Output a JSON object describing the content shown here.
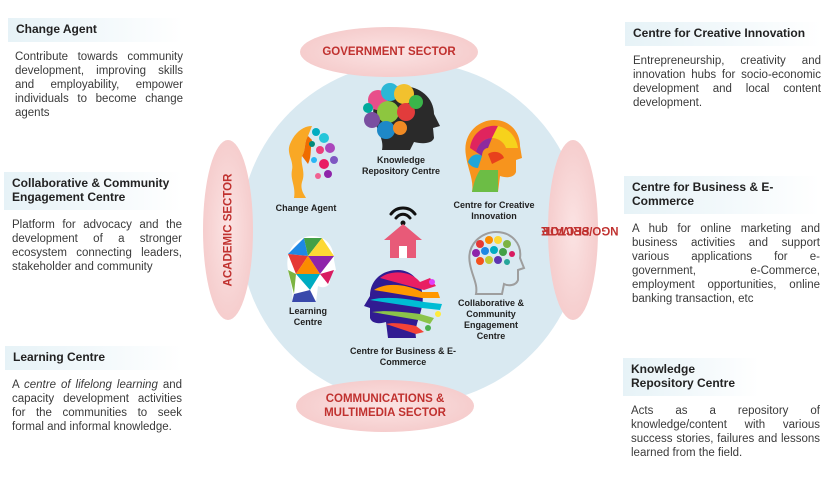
{
  "left_panel": [
    {
      "title": "Change Agent",
      "body": "Contribute towards community development, improving skills and employability, empower individuals to become change agents"
    },
    {
      "title": "Collaborative & Community Engagement Centre",
      "body": "Platform for advocacy and the development of a stronger ecosystem connecting leaders, stakeholder and community"
    },
    {
      "title": "Learning Centre",
      "body_prefix": "A ",
      "body_em": "centre of lifelong learning",
      "body_suffix": " and capacity development activities for the communities to seek formal and informal knowledge."
    }
  ],
  "right_panel": [
    {
      "title": "Centre for Creative Innovation",
      "body": "Entrepreneurship, creativity and innovation hubs for socio-economic development and local content development."
    },
    {
      "title": "Centre for Business & E-Commerce",
      "body": "A hub for online marketing and business activities and support various applications for e-government, e-Commerce, employment opportunities, online banking transaction, etc"
    },
    {
      "title": "Knowledge Repository Centre",
      "body": "Acts as a repository of knowledge/content with various success stories, failures and lessons learned from the field."
    }
  ],
  "sectors": {
    "top": "GOVERNMENT SECTOR",
    "bottom_line1": "COMMUNICATIONS &",
    "bottom_line2": "MULTIMEDIA SECTOR",
    "left": "ACADEMIC SECTOR",
    "right_line1": "NGO/PRIVATE",
    "right_line2": "SECTOR"
  },
  "nodes": {
    "knowledge_line1": "Knowledge",
    "knowledge_line2": "Repository Centre",
    "creative_line1": "Centre for Creative",
    "creative_line2": "Innovation",
    "change_agent": "Change Agent",
    "learning_line1": "Learning",
    "learning_line2": "Centre",
    "collab_line1": "Collaborative &",
    "collab_line2": "Community",
    "collab_line3": "Engagement",
    "collab_line4": "Centre",
    "business_line1": "Centre for Business & E-",
    "business_line2": "Commerce"
  },
  "colors": {
    "sector_text": "#c0312f",
    "ring": "#d9e9f1",
    "home_icon": "#e85a78"
  }
}
